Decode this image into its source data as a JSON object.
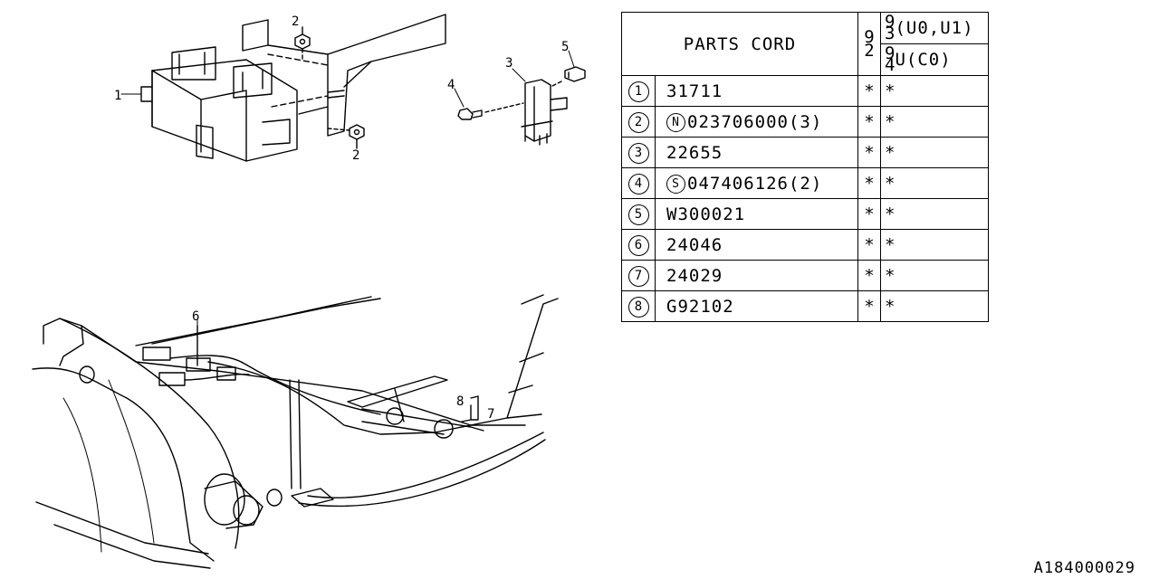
{
  "table": {
    "header_title": "PARTS CORD",
    "header_code": [
      "9",
      "2"
    ],
    "variants": [
      {
        "digits": [
          "9",
          "3"
        ],
        "label": "(U0,U1)"
      },
      {
        "digits": [
          "9",
          "4"
        ],
        "label": "U(C0)"
      }
    ],
    "rows": [
      {
        "num": "1",
        "prefix": "",
        "part": "31711",
        "m1": "*",
        "m2": "*"
      },
      {
        "num": "2",
        "prefix": "N",
        "part": "023706000(3)",
        "m1": "*",
        "m2": "*"
      },
      {
        "num": "3",
        "prefix": "",
        "part": "22655",
        "m1": "*",
        "m2": "*"
      },
      {
        "num": "4",
        "prefix": "S",
        "part": "047406126(2)",
        "m1": "*",
        "m2": "*"
      },
      {
        "num": "5",
        "prefix": "",
        "part": "W300021",
        "m1": "*",
        "m2": "*"
      },
      {
        "num": "6",
        "prefix": "",
        "part": "24046",
        "m1": "*",
        "m2": "*"
      },
      {
        "num": "7",
        "prefix": "",
        "part": "24029",
        "m1": "*",
        "m2": "*"
      },
      {
        "num": "8",
        "prefix": "",
        "part": "G92102",
        "m1": "*",
        "m2": "*"
      }
    ]
  },
  "callouts": {
    "c1": "1",
    "c2a": "2",
    "c2b": "2",
    "c3": "3",
    "c4": "4",
    "c5": "5",
    "c6": "6",
    "c7": "7",
    "c8": "8"
  },
  "diagram_id": "A184000029"
}
